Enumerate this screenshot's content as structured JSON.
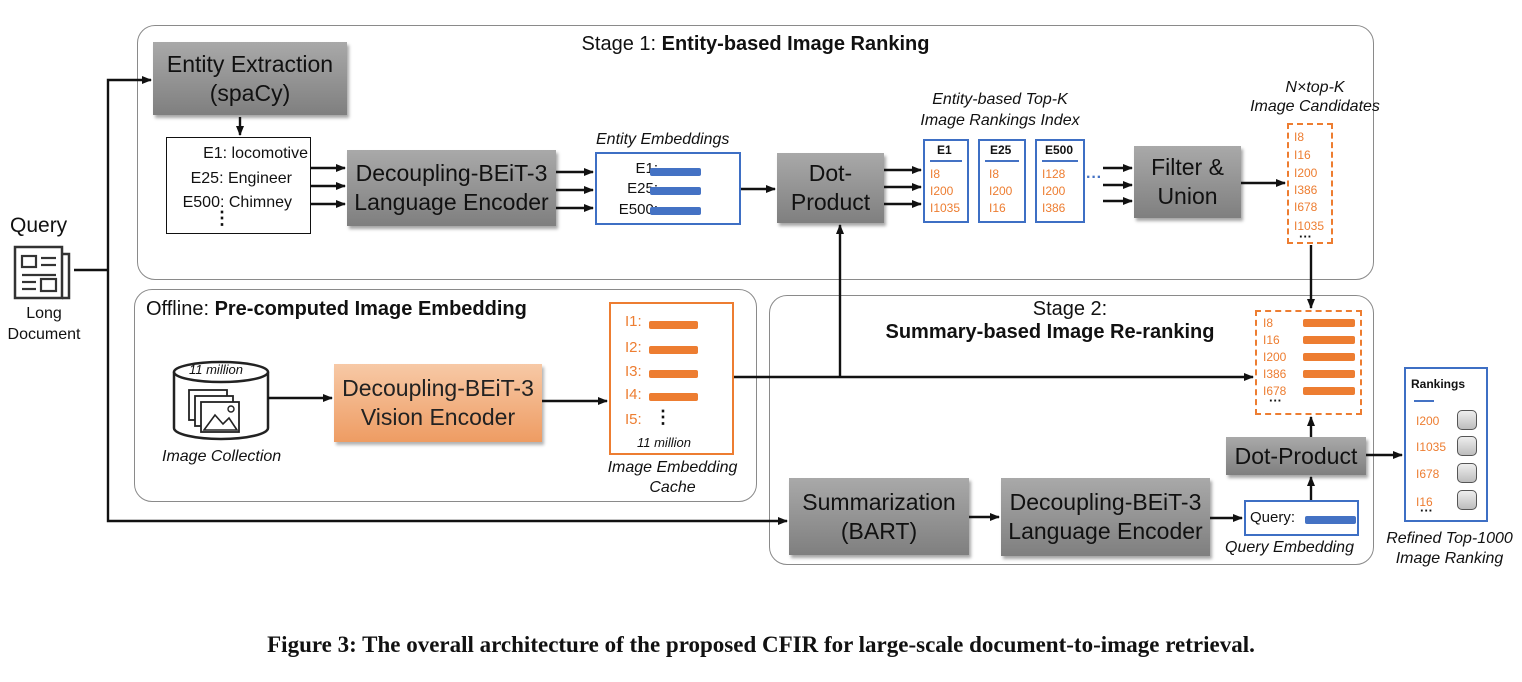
{
  "query": {
    "label": "Query",
    "doc_label": "Long\nDocument"
  },
  "stage1": {
    "prefix": "Stage 1: ",
    "title": "Entity-based Image Ranking"
  },
  "stage2": {
    "line1": "Stage 2:",
    "line2": "Summary-based Image Re-ranking"
  },
  "offline": {
    "prefix": "Offline: ",
    "title": "Pre-computed Image Embedding"
  },
  "entity_extraction": {
    "line1": "Entity Extraction",
    "line2": "(spaCy)"
  },
  "entities": [
    "E1: locomotive",
    "E25: Engineer",
    "E500: Chimney",
    "⋮"
  ],
  "lang_encoder": {
    "line1": "Decoupling-BEiT-3",
    "line2": "Language Encoder"
  },
  "entity_embeddings": {
    "caption": "Entity Embeddings",
    "labels": [
      "E1:",
      "E25:",
      "E500:"
    ]
  },
  "dot_product1": {
    "line1": "Dot-",
    "line2": "Product"
  },
  "rank_index": {
    "caption1": "Entity-based Top-K",
    "caption2": "Image Rankings Index",
    "columns": [
      {
        "head": "E1",
        "items": [
          "I8",
          "I200",
          "I1035"
        ]
      },
      {
        "head": "E25",
        "items": [
          "I8",
          "I200",
          "I16"
        ]
      },
      {
        "head": "E500",
        "items": [
          "I128",
          "I200",
          "I386"
        ]
      }
    ],
    "ellipsis": "···"
  },
  "filter_union": {
    "line1": "Filter &",
    "line2": "Union"
  },
  "candidates": {
    "caption1": "N×top-K",
    "caption2": "Image Candidates",
    "items": [
      "I8",
      "I16",
      "I200",
      "I386",
      "I678",
      "I1035"
    ],
    "ellipsis": "···"
  },
  "image_collection": {
    "count": "11 million",
    "caption": "Image Collection"
  },
  "vision_encoder": {
    "line1": "Decoupling-BEiT-3",
    "line2": "Vision Encoder"
  },
  "cache": {
    "labels": [
      "I1:",
      "I2:",
      "I3:",
      "I4:",
      "I5:"
    ],
    "ellipsis": "⋮",
    "count": "11 million",
    "caption1": "Image Embedding",
    "caption2": "Cache"
  },
  "rerank": {
    "items": [
      "I8",
      "I16",
      "I200",
      "I386",
      "I678"
    ],
    "ellipsis": "···"
  },
  "dot_product2": {
    "label": "Dot-Product"
  },
  "summarization": {
    "line1": "Summarization",
    "line2": "(BART)"
  },
  "lang_encoder2": {
    "line1": "Decoupling-BEiT-3",
    "line2": "Language Encoder"
  },
  "query_embedding": {
    "label": "Query:",
    "caption": "Query Embedding"
  },
  "rankings": {
    "title": "Rankings",
    "items": [
      "I200",
      "I1035",
      "I678",
      "I16"
    ],
    "ellipsis": "···",
    "caption1": "Refined Top-1000",
    "caption2": "Image Ranking"
  },
  "caption": "Figure 3: The overall architecture of the proposed CFIR for large-scale document-to-image retrieval.",
  "colors": {
    "blue": "#4472c4",
    "orange": "#ed7d31",
    "gray": "#8c8c8c"
  }
}
